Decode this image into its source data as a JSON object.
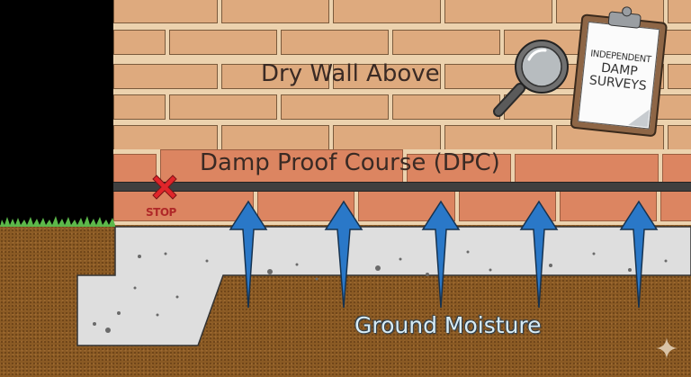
{
  "diagram": {
    "title": "Dry Wall Above",
    "dpc_label": "Damp Proof Course (DPC)",
    "stop_label": "STOP",
    "moisture_label": "Ground Moisture",
    "clipboard": {
      "line1": "INDEPENDENT",
      "line2": "DAMP",
      "line3": "SURVEYS"
    },
    "arrows_count": 5,
    "colors": {
      "upper_brick": "#deaa7e",
      "dpc_brick": "#dc8561",
      "mortar": "#ecd2ae",
      "membrane": "#3f3f3f",
      "arrow": "#2a78c8",
      "soil": "#8a5a24",
      "concrete": "#dcdcdc",
      "grass": "#5cb84a",
      "stop_x": "#e0252a"
    }
  }
}
